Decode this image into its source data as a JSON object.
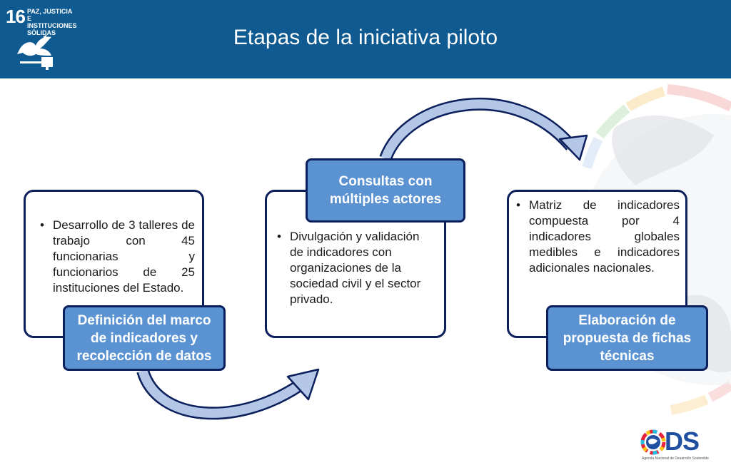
{
  "header": {
    "title": "Etapas de la iniciativa piloto",
    "sdg_badge": {
      "number": "16",
      "label_lines": [
        "PAZ, JUSTICIA",
        "E INSTITUCIONES",
        "SÓLIDAS"
      ],
      "icon": "dove-gavel-icon"
    }
  },
  "colors": {
    "header_bg": "#0e5a91",
    "card_border": "#0b1f5c",
    "label_bg": "#5b93d2",
    "arrow_fill": "#b4c7e7"
  },
  "stages": [
    {
      "label": "Definición del marco de indicadores y recolección de datos",
      "bullet": "Desarrollo de 3 talleres de trabajo con 45 funcionarias y funcionarios de 25 instituciones del Estado."
    },
    {
      "label": "Consultas con múltiples actores",
      "bullet": "Divulgación y validación de indicadores con organizaciones de la sociedad civil y el sector privado."
    },
    {
      "label": "Elaboración de propuesta de fichas técnicas",
      "bullet": "Matriz de indicadores compuesta por 4 indicadores globales medibles e indicadores adicionales nacionales."
    }
  ],
  "footer_logo": {
    "text": "DS",
    "subtitle": "Agenda Nacional de Desarrollo Sostenible"
  }
}
